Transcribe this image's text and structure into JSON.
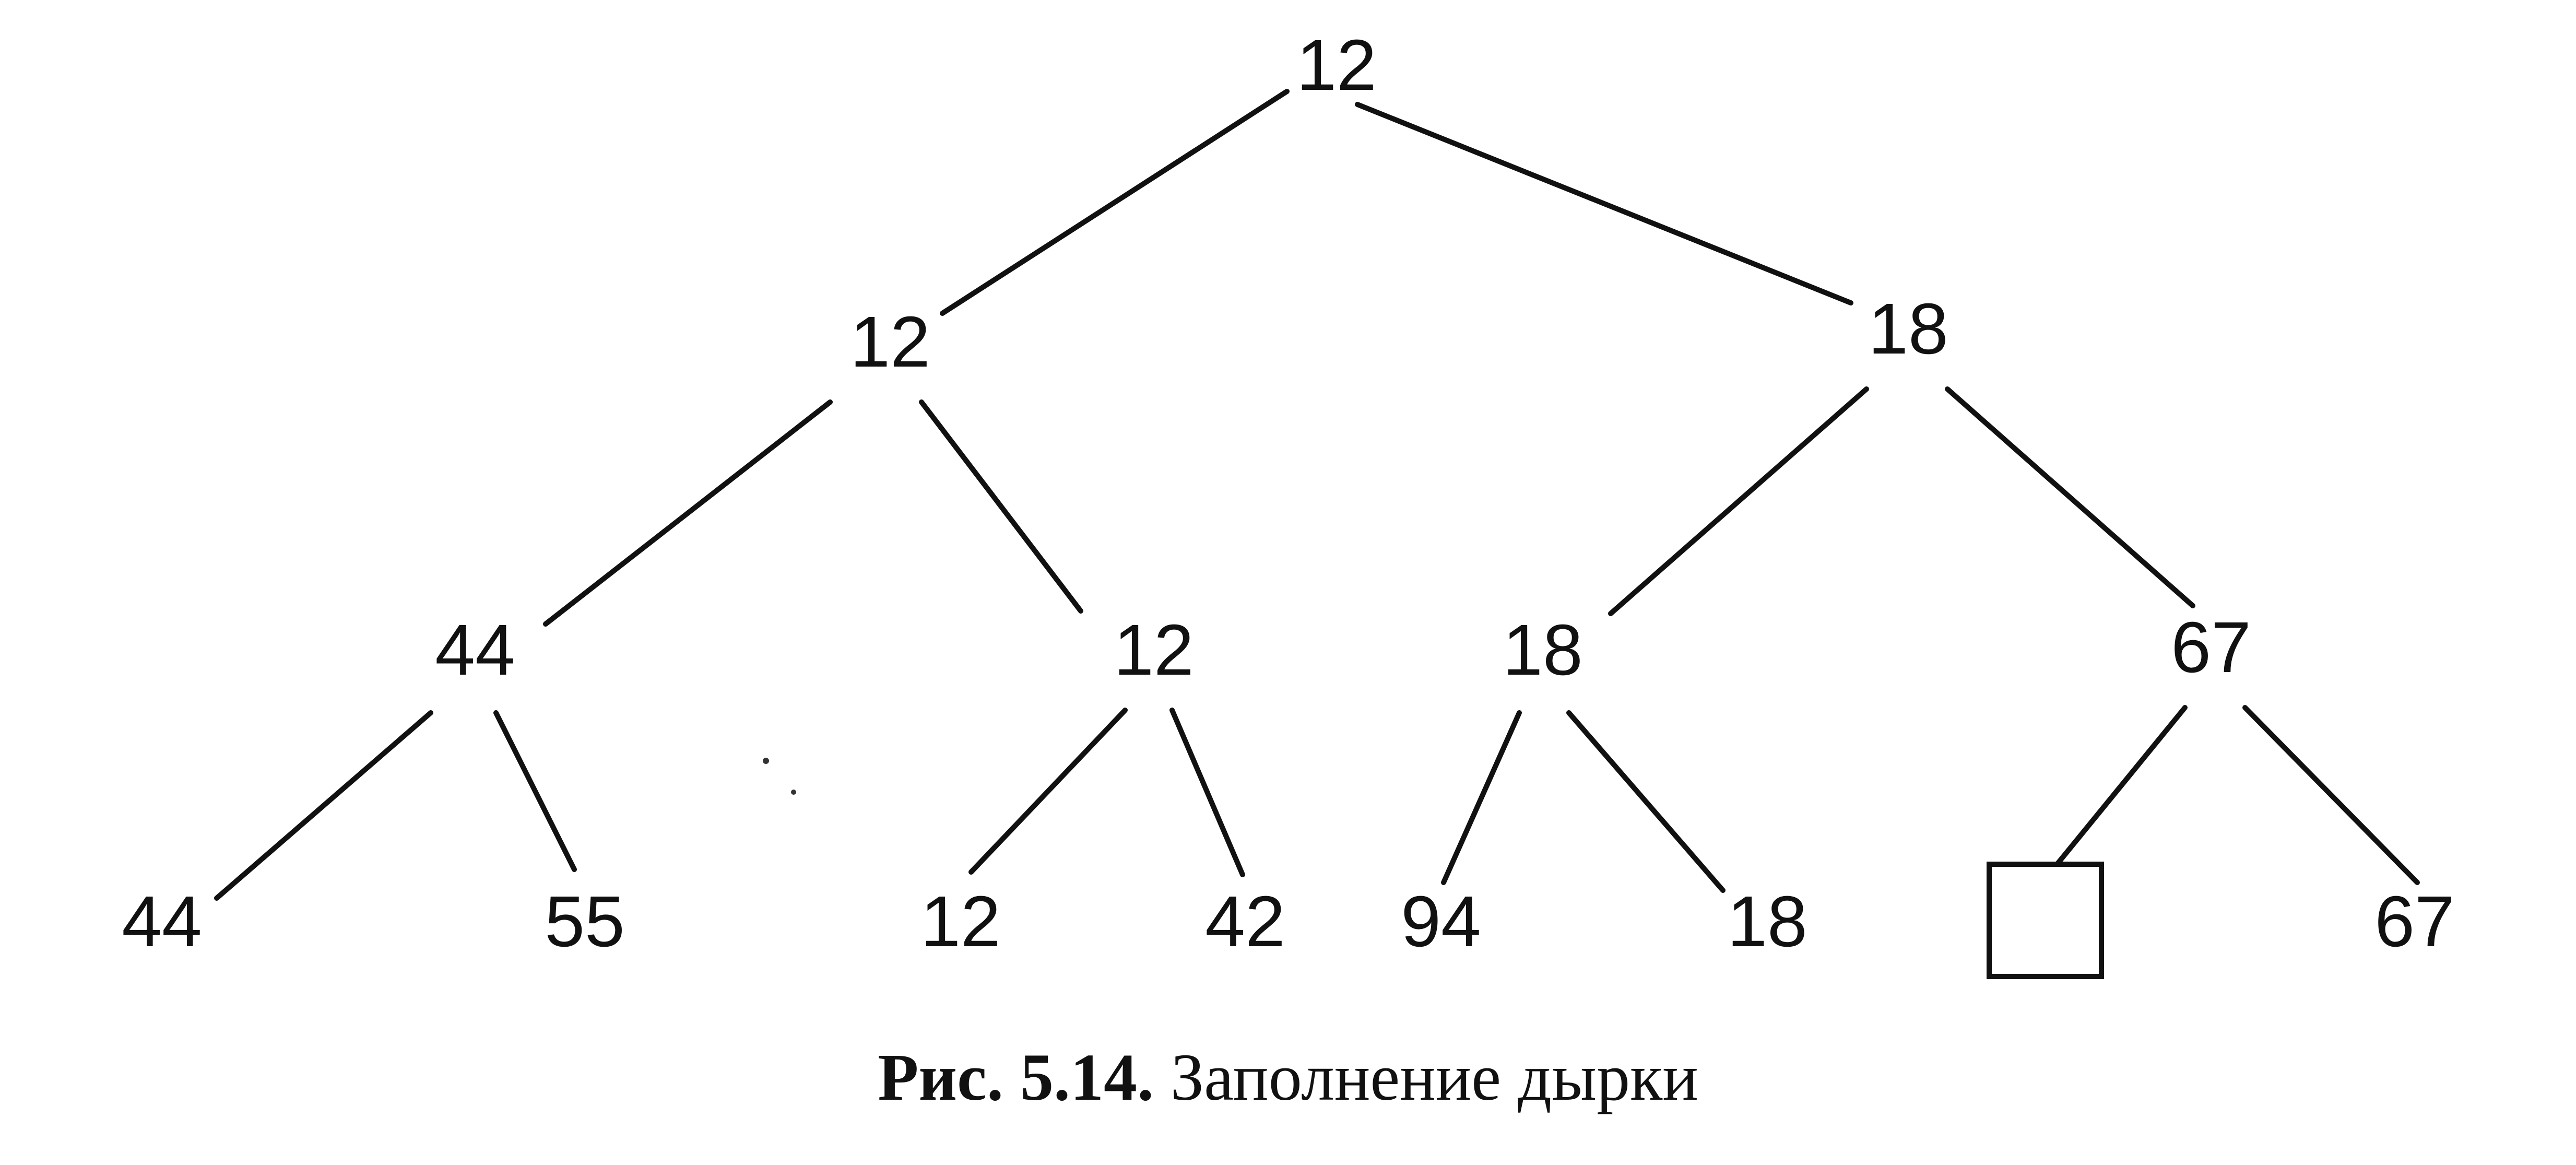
{
  "tree": {
    "root": {
      "label": "12"
    },
    "level1": [
      {
        "label": "12"
      },
      {
        "label": "18"
      }
    ],
    "level2": [
      {
        "label": "44"
      },
      {
        "label": "12"
      },
      {
        "label": "18"
      },
      {
        "label": "67"
      }
    ],
    "level3": [
      {
        "label": "44"
      },
      {
        "label": "55"
      },
      {
        "label": "12"
      },
      {
        "label": "42"
      },
      {
        "label": "94"
      },
      {
        "label": "18"
      },
      {
        "label": "67"
      }
    ],
    "hole": {
      "type": "empty-square"
    }
  },
  "caption": {
    "number": "Рис. 5.14.",
    "text": "Заполнение дырки"
  }
}
